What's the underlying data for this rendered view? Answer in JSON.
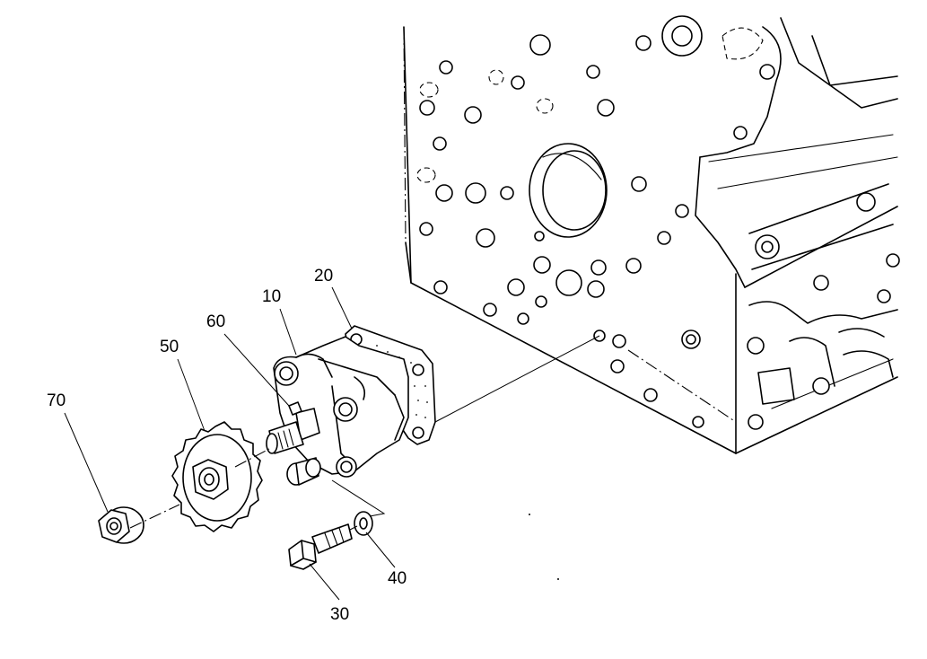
{
  "diagram": {
    "callouts": [
      {
        "id": "p10",
        "label": "10"
      },
      {
        "id": "p20",
        "label": "20"
      },
      {
        "id": "p30",
        "label": "30"
      },
      {
        "id": "p40",
        "label": "40"
      },
      {
        "id": "p50",
        "label": "50"
      },
      {
        "id": "p60",
        "label": "60"
      },
      {
        "id": "p70",
        "label": "70"
      }
    ]
  }
}
